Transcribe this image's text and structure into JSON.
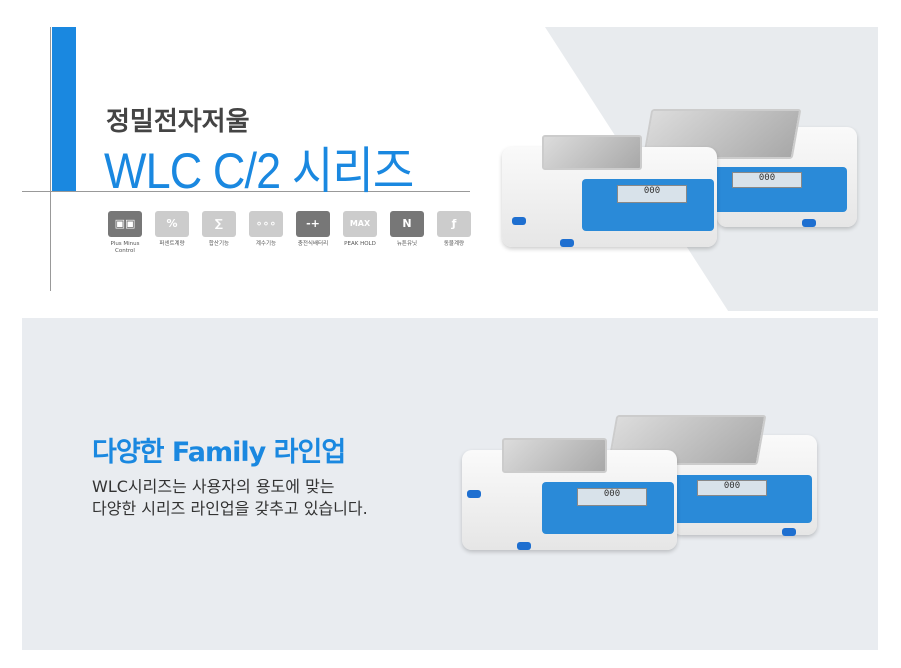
{
  "header": {
    "subtitle": "정밀전자저울",
    "title": "WLC C/2 시리즈"
  },
  "features": [
    {
      "label": "Plus Minus Control",
      "icon": "plus-minus-icon",
      "glyph": "▣▣"
    },
    {
      "label": "퍼센트계량",
      "icon": "percent-icon",
      "glyph": "%"
    },
    {
      "label": "합산기능",
      "icon": "sum-icon",
      "glyph": "∑"
    },
    {
      "label": "계수기능",
      "icon": "counting-icon",
      "glyph": "∘∘∘"
    },
    {
      "label": "충전식배터리",
      "icon": "battery-icon",
      "glyph": "-+"
    },
    {
      "label": "PEAK HOLD",
      "icon": "peak-hold-icon",
      "glyph": "MAX"
    },
    {
      "label": "뉴튼유닛",
      "icon": "newton-icon",
      "glyph": "N"
    },
    {
      "label": "동물계량",
      "icon": "animal-icon",
      "glyph": "ƒ"
    }
  ],
  "section": {
    "heading": "다양한 Family 라인업",
    "line1": "WLC시리즈는 사용자의 용도에 맞는",
    "line2": "다양한 시리즈 라인업을 갖추고 있습니다."
  },
  "display": "000"
}
